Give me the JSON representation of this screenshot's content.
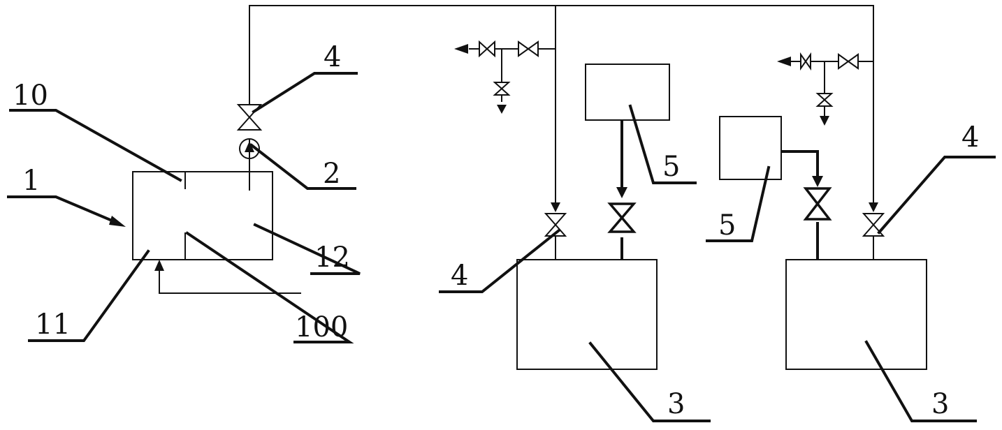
{
  "labels": {
    "tank_main": "1",
    "flow_pump": "2",
    "receiver_left": "3",
    "receiver_right": "3",
    "valve_top": "4",
    "valve_left_receiver": "4",
    "valve_right_receiver": "4",
    "reservoir_left": "5",
    "reservoir_right": "5",
    "partition": "10",
    "chamber_left": "11",
    "chamber_right": "12",
    "gap": "100"
  }
}
